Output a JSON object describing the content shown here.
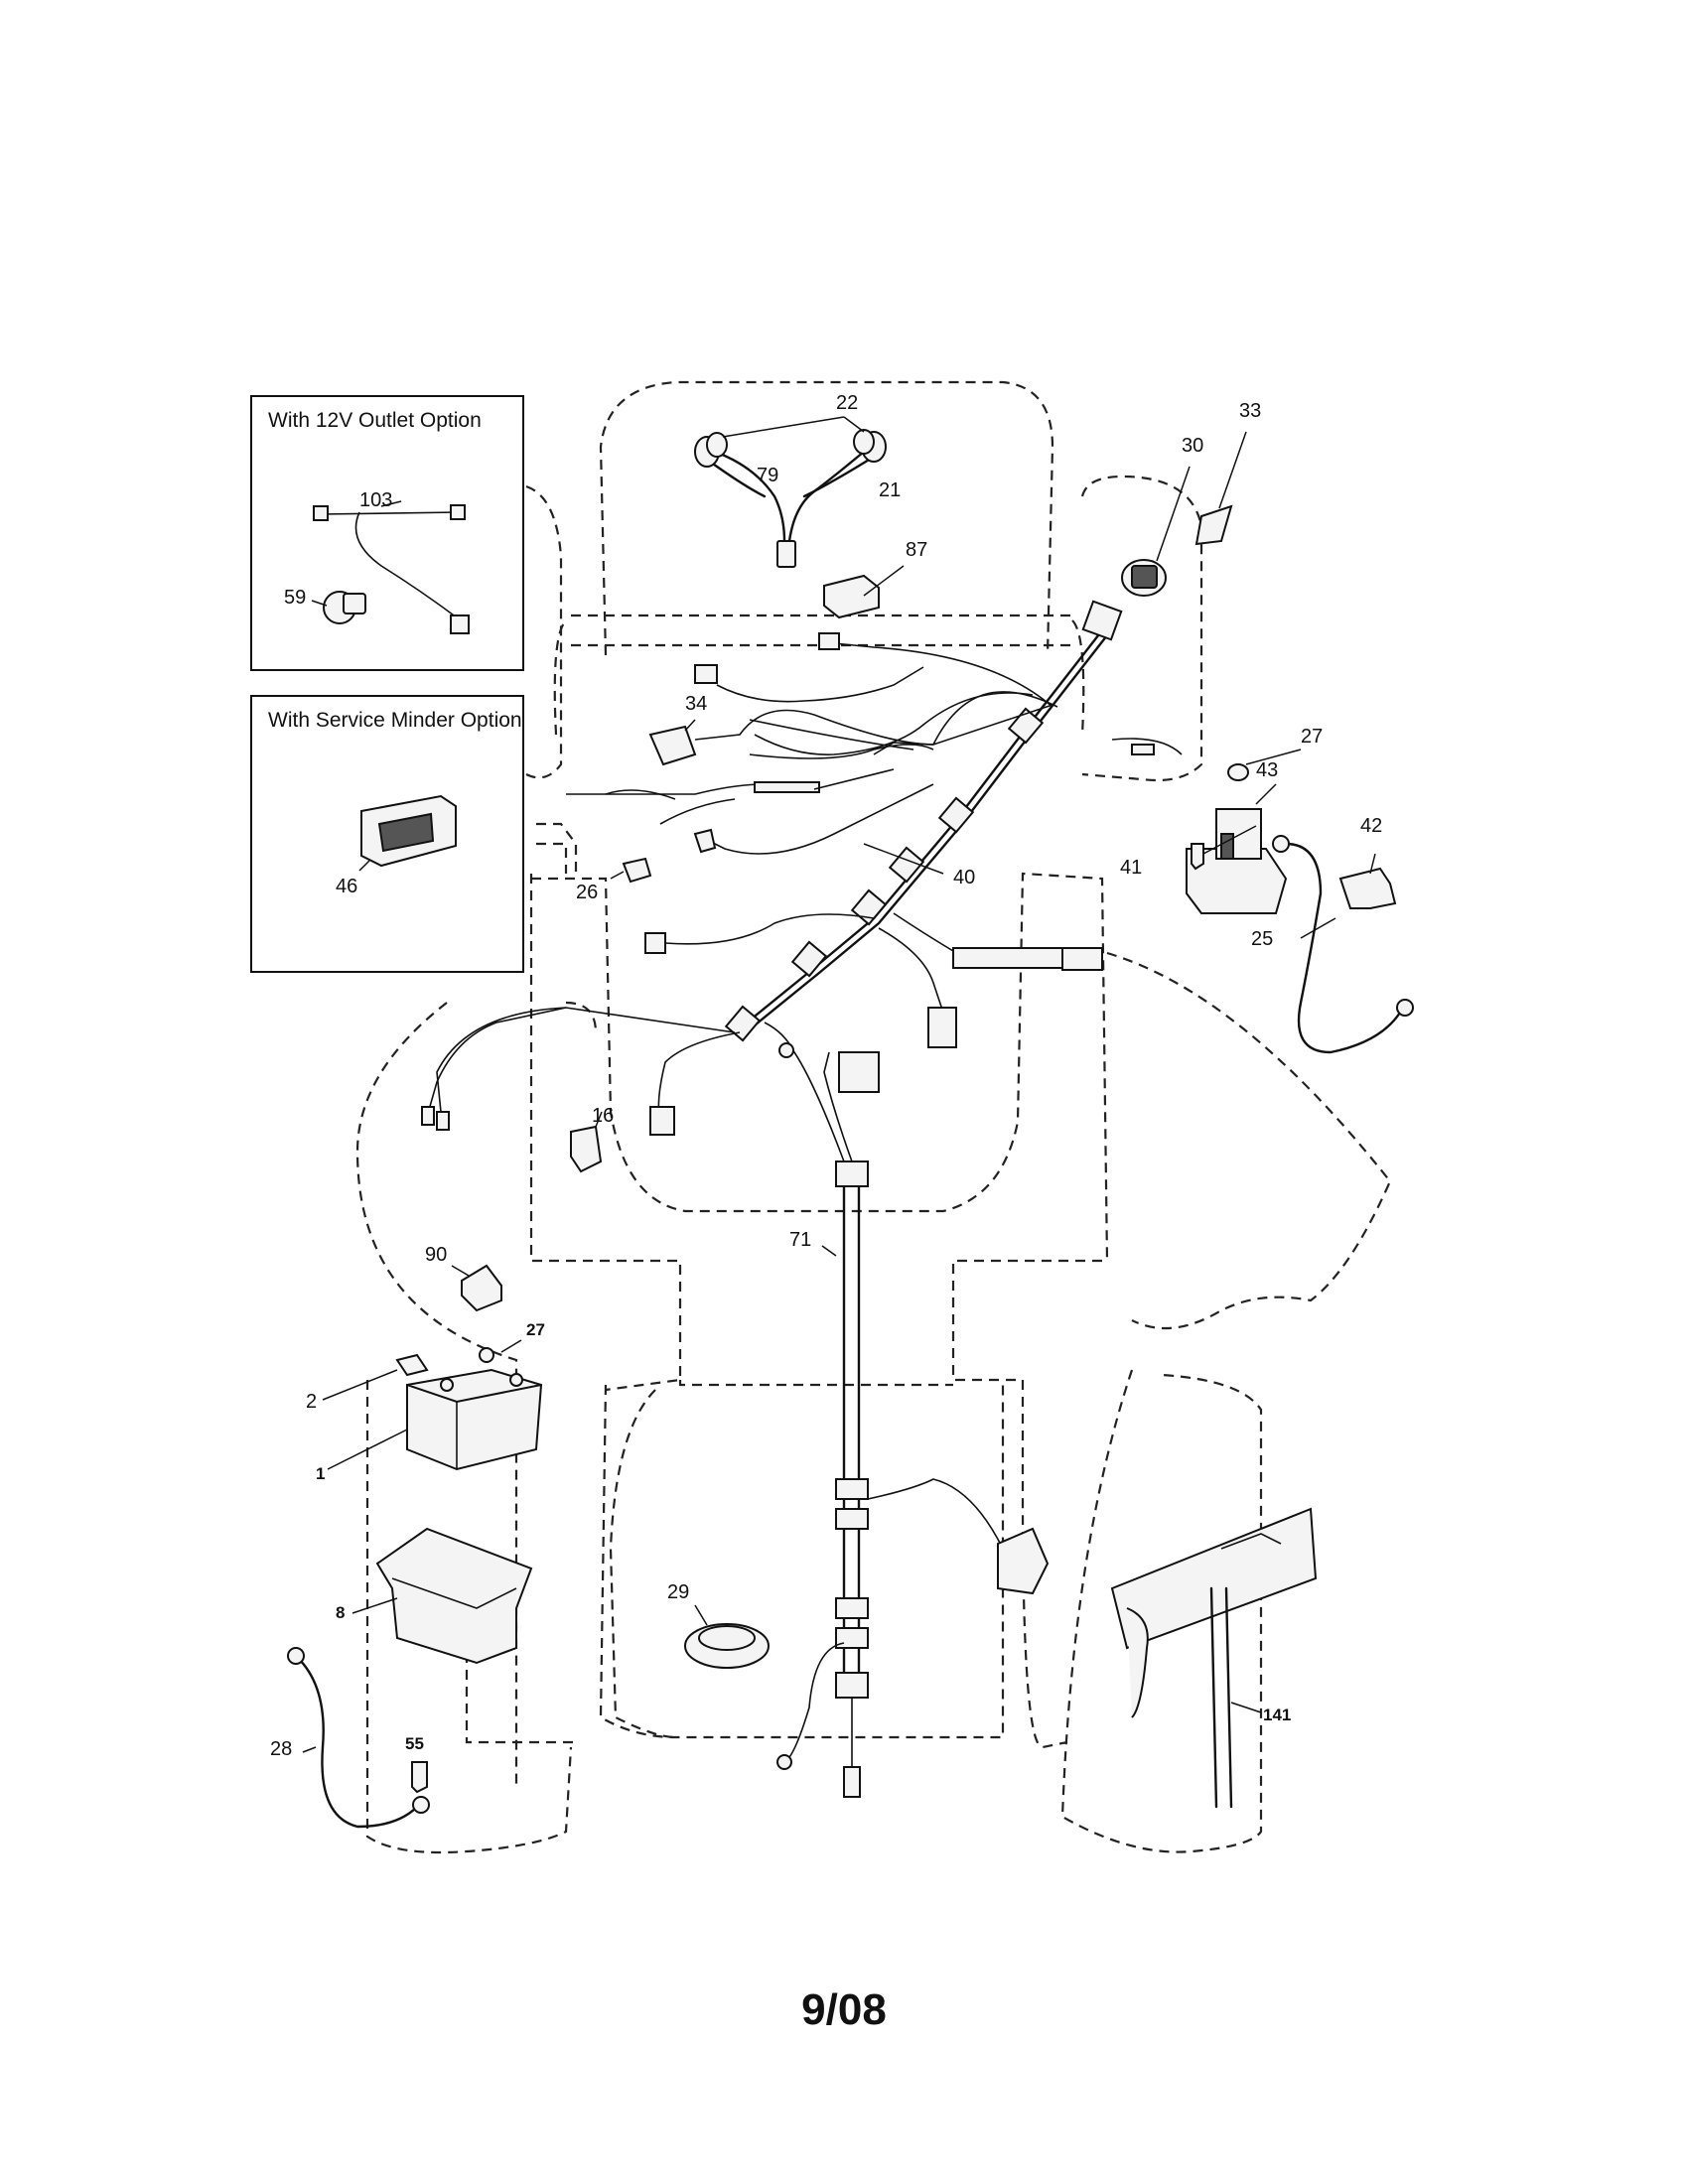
{
  "options": {
    "outlet_title": "With 12V Outlet Option",
    "service_minder_title": "With Service Minder Option"
  },
  "callouts": {
    "p1": "1",
    "p2": "2",
    "p8": "8",
    "p16": "16",
    "p21": "21",
    "p22": "22",
    "p25": "25",
    "p26": "26",
    "p27a": "27",
    "p27b": "27",
    "p28": "28",
    "p29": "29",
    "p30": "30",
    "p33": "33",
    "p34": "34",
    "p40": "40",
    "p41": "41",
    "p42": "42",
    "p43": "43",
    "p46": "46",
    "p55": "55",
    "p59": "59",
    "p71": "71",
    "p79": "79",
    "p87": "87",
    "p90": "90",
    "p103": "103",
    "p141": "141"
  },
  "footer": {
    "date_code": "9/08"
  }
}
